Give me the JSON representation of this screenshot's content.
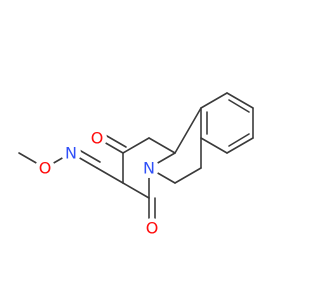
{
  "molecule": {
    "atoms": {
      "o_ketone_1": {
        "label": "O",
        "color": "#ff0d0d"
      },
      "o_ketone_4": {
        "label": "O",
        "color": "#ff0d0d"
      },
      "n_ring": {
        "label": "N",
        "color": "#3050f8"
      },
      "n_oxime": {
        "label": "N",
        "color": "#3050f8"
      },
      "o_oxime": {
        "label": "O",
        "color": "#ff0d0d"
      }
    },
    "bond_color": "#3a3a3a"
  }
}
